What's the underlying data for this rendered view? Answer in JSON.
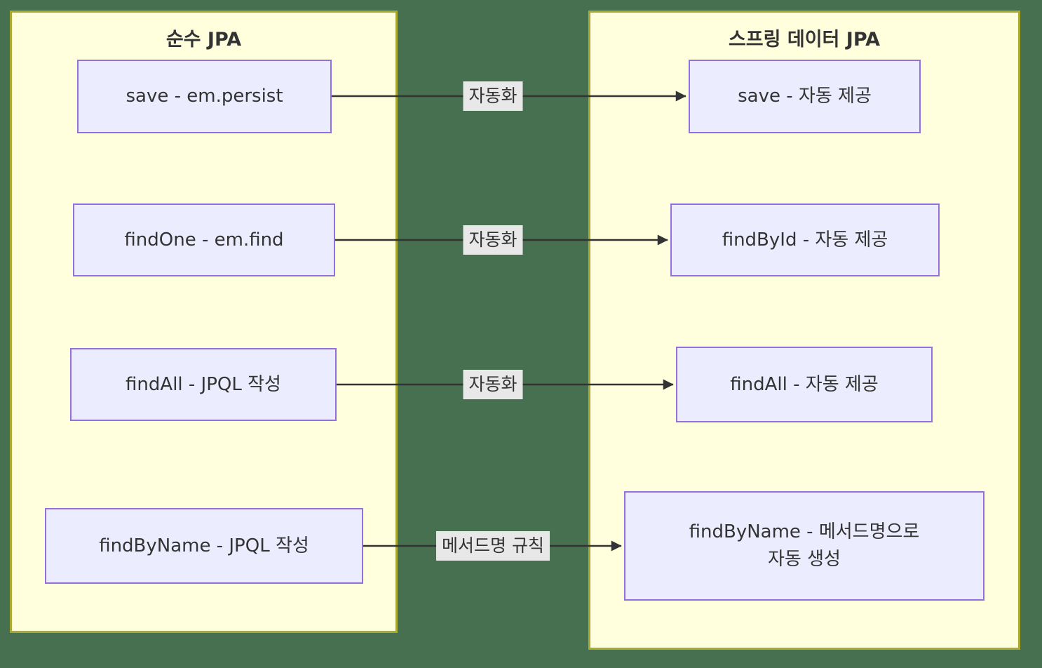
{
  "diagram": {
    "type": "flowchart-comparison",
    "clusters": [
      {
        "id": "pure-jpa",
        "title": "순수 JPA",
        "nodes": [
          {
            "label": "save - em.persist"
          },
          {
            "label": "findOne - em.find"
          },
          {
            "label": "findAll - JPQL 작성"
          },
          {
            "label": "findByName - JPQL 작성"
          }
        ]
      },
      {
        "id": "spring-data-jpa",
        "title": "스프링 데이터 JPA",
        "nodes": [
          {
            "label": "save - 자동 제공"
          },
          {
            "label": "findById - 자동 제공"
          },
          {
            "label": "findAll - 자동 제공"
          },
          {
            "label": "findByName - 메서드명으로 자동 생성",
            "lines": [
              "findByName - 메서드명으로",
              "자동 생성"
            ]
          }
        ]
      }
    ],
    "edges": [
      {
        "from": "save - em.persist",
        "to": "save - 자동 제공",
        "label": "자동화"
      },
      {
        "from": "findOne - em.find",
        "to": "findById - 자동 제공",
        "label": "자동화"
      },
      {
        "from": "findAll - JPQL 작성",
        "to": "findAll - 자동 제공",
        "label": "자동화"
      },
      {
        "from": "findByName - JPQL 작성",
        "to": "findByName - 메서드명으로 자동 생성",
        "label": "메서드명 규칙"
      }
    ],
    "colors": {
      "page_background": "#477050",
      "cluster_fill": "#ffffde",
      "cluster_border": "#aaaa33",
      "node_fill": "#ececff",
      "node_border": "#9370db",
      "edge_stroke": "#333333",
      "edge_label_background": "#e8e8e8",
      "text": "#333333"
    }
  }
}
